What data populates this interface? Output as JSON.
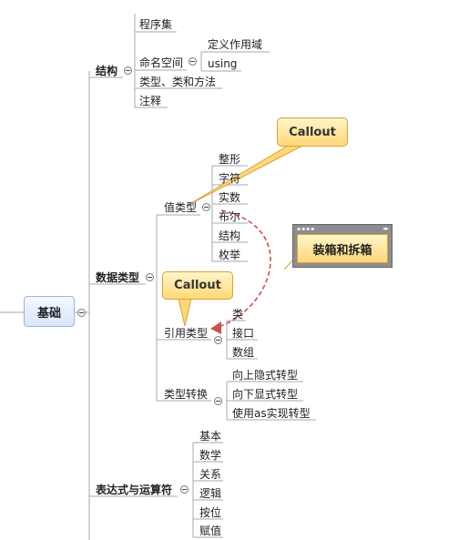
{
  "root": "基础",
  "branches": {
    "structure": "结构",
    "data_types": "数据类型",
    "expressions": "表达式与运算符"
  },
  "structure_items": {
    "assembly": "程序集",
    "namespace": "命名空间",
    "define_scope": "定义作用域",
    "using": "using",
    "types_classes_methods": "类型、类和方法",
    "comments": "注释"
  },
  "data_type_items": {
    "value_types": "值类型",
    "value_children": [
      "整形",
      "字符",
      "实数",
      "布尔",
      "结构",
      "枚举"
    ],
    "reference_types": "引用类型",
    "reference_children": [
      "类",
      "接口",
      "数组"
    ],
    "conversion": "类型转换",
    "conversion_children": [
      "向上隐式转型",
      "向下显式转型",
      "使用as实现转型"
    ]
  },
  "expression_items": [
    "基本",
    "数学",
    "关系",
    "逻辑",
    "按位",
    "赋值"
  ],
  "callouts": {
    "top": "Callout",
    "middle": "Callout",
    "boxing_note": "装箱和拆箱"
  },
  "colors": {
    "line": "#a8a8a8",
    "dashed_relation": "#cc5050",
    "callout_fill": "#ffd877",
    "root_border": "#9db3d8"
  }
}
